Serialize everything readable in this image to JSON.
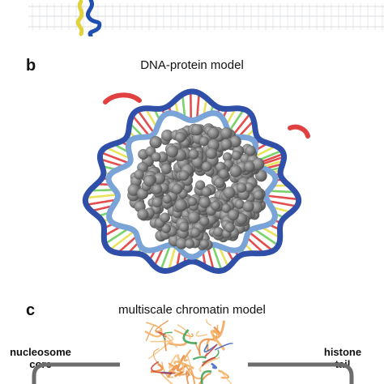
{
  "panel_b": {
    "letter": "b",
    "title": "DNA-protein model"
  },
  "panel_c": {
    "letter": "c",
    "title": "multiscale chromatin model"
  },
  "labels": {
    "nucleosome_line1": "nucleosome",
    "nucleosome_line2": "core",
    "histone_line1": "histone",
    "histone_line2": "tail"
  },
  "colors": {
    "dna_dark": "#2f4fa8",
    "dna_light": "#7aa3d8",
    "histone_core": "#7a7a7a",
    "bracket": "#6d6d6d",
    "base_red": "#e03a3a",
    "base_yellow": "#e6e04a",
    "base_green": "#6ccf5a"
  }
}
